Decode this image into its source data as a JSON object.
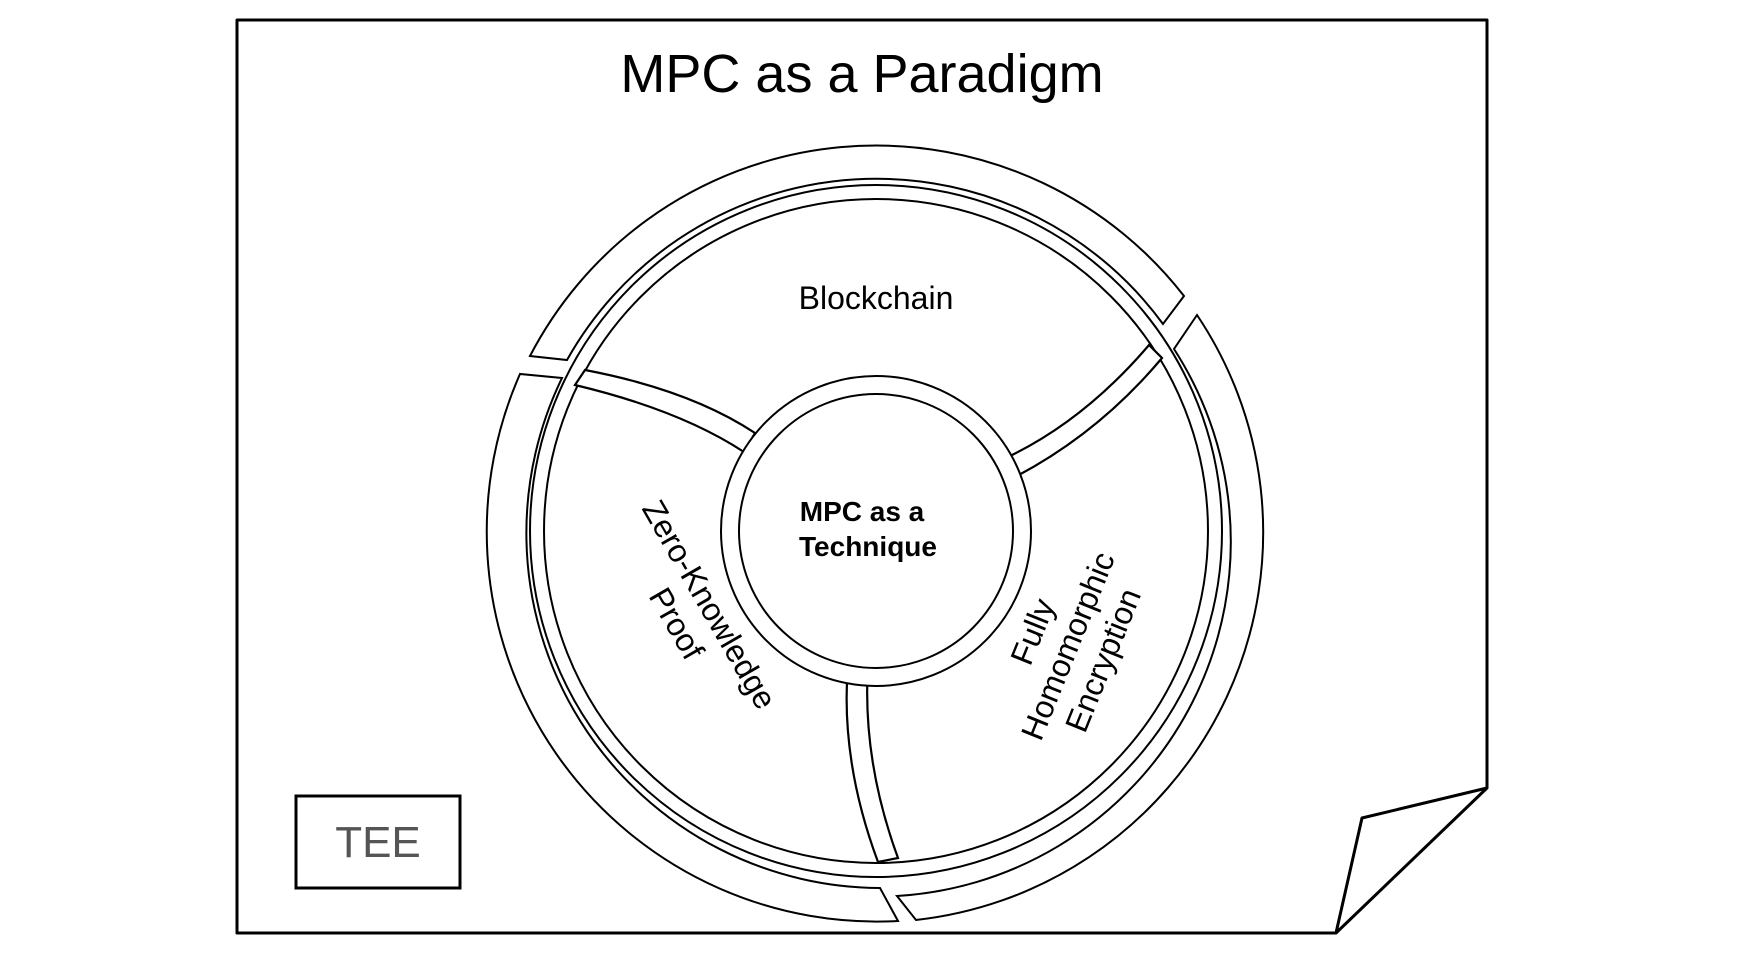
{
  "diagram": {
    "title": "MPC as a Paradigm",
    "center": {
      "line1": "MPC as a",
      "line2": "Technique"
    },
    "segments": {
      "top": "Blockchain",
      "left": {
        "line1": "Zero-Knowledge",
        "line2": "Proof"
      },
      "right": {
        "line1": "Fully",
        "line2": "Homomorphic",
        "line3": "Encryption"
      }
    },
    "corner_box": "TEE"
  }
}
